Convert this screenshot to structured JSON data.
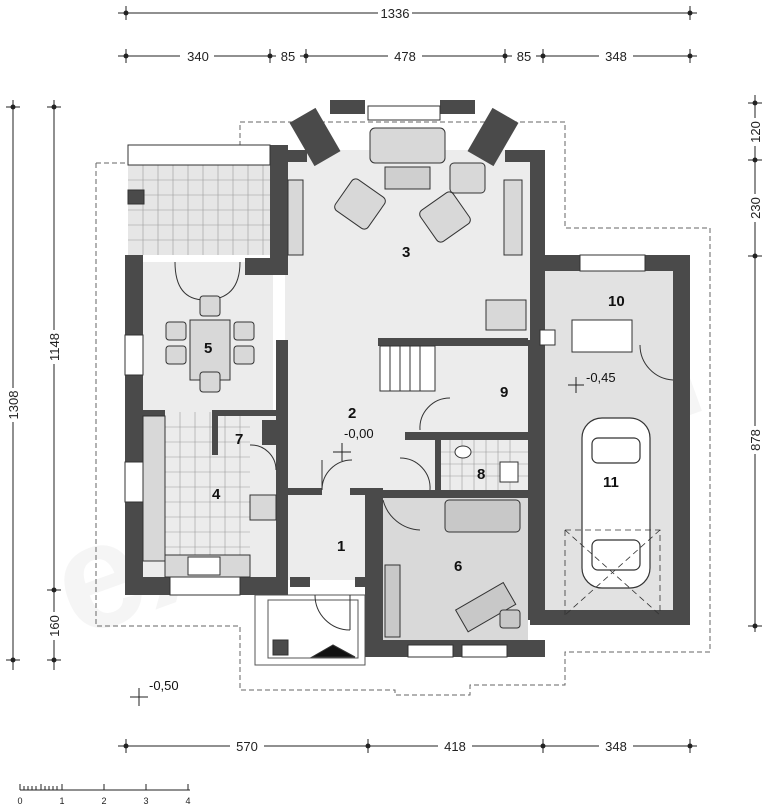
{
  "dimensions": {
    "top_total": "1336",
    "top_segments": [
      "340",
      "85",
      "478",
      "85",
      "348"
    ],
    "bottom_segments": [
      "570",
      "418",
      "348"
    ],
    "left_outer": "1308",
    "left_inner_upper": "1148",
    "left_inner_lower": "160",
    "right_segments": [
      "120",
      "230",
      "878"
    ]
  },
  "rooms": [
    "1",
    "2",
    "3",
    "4",
    "5",
    "6",
    "7",
    "8",
    "9",
    "10",
    "11"
  ],
  "levels": {
    "hall": "-0,00",
    "garage": "-0,45",
    "outside": "-0,50"
  },
  "scale": {
    "ticks": [
      "0",
      "1",
      "2",
      "3",
      "4"
    ]
  },
  "watermark": "extradom",
  "colors": {
    "wall": "#4a4a4a",
    "floor_light": "#ececec",
    "floor_mid": "#dedede",
    "floor_dark": "#cccccc",
    "dim_line": "#222222"
  }
}
